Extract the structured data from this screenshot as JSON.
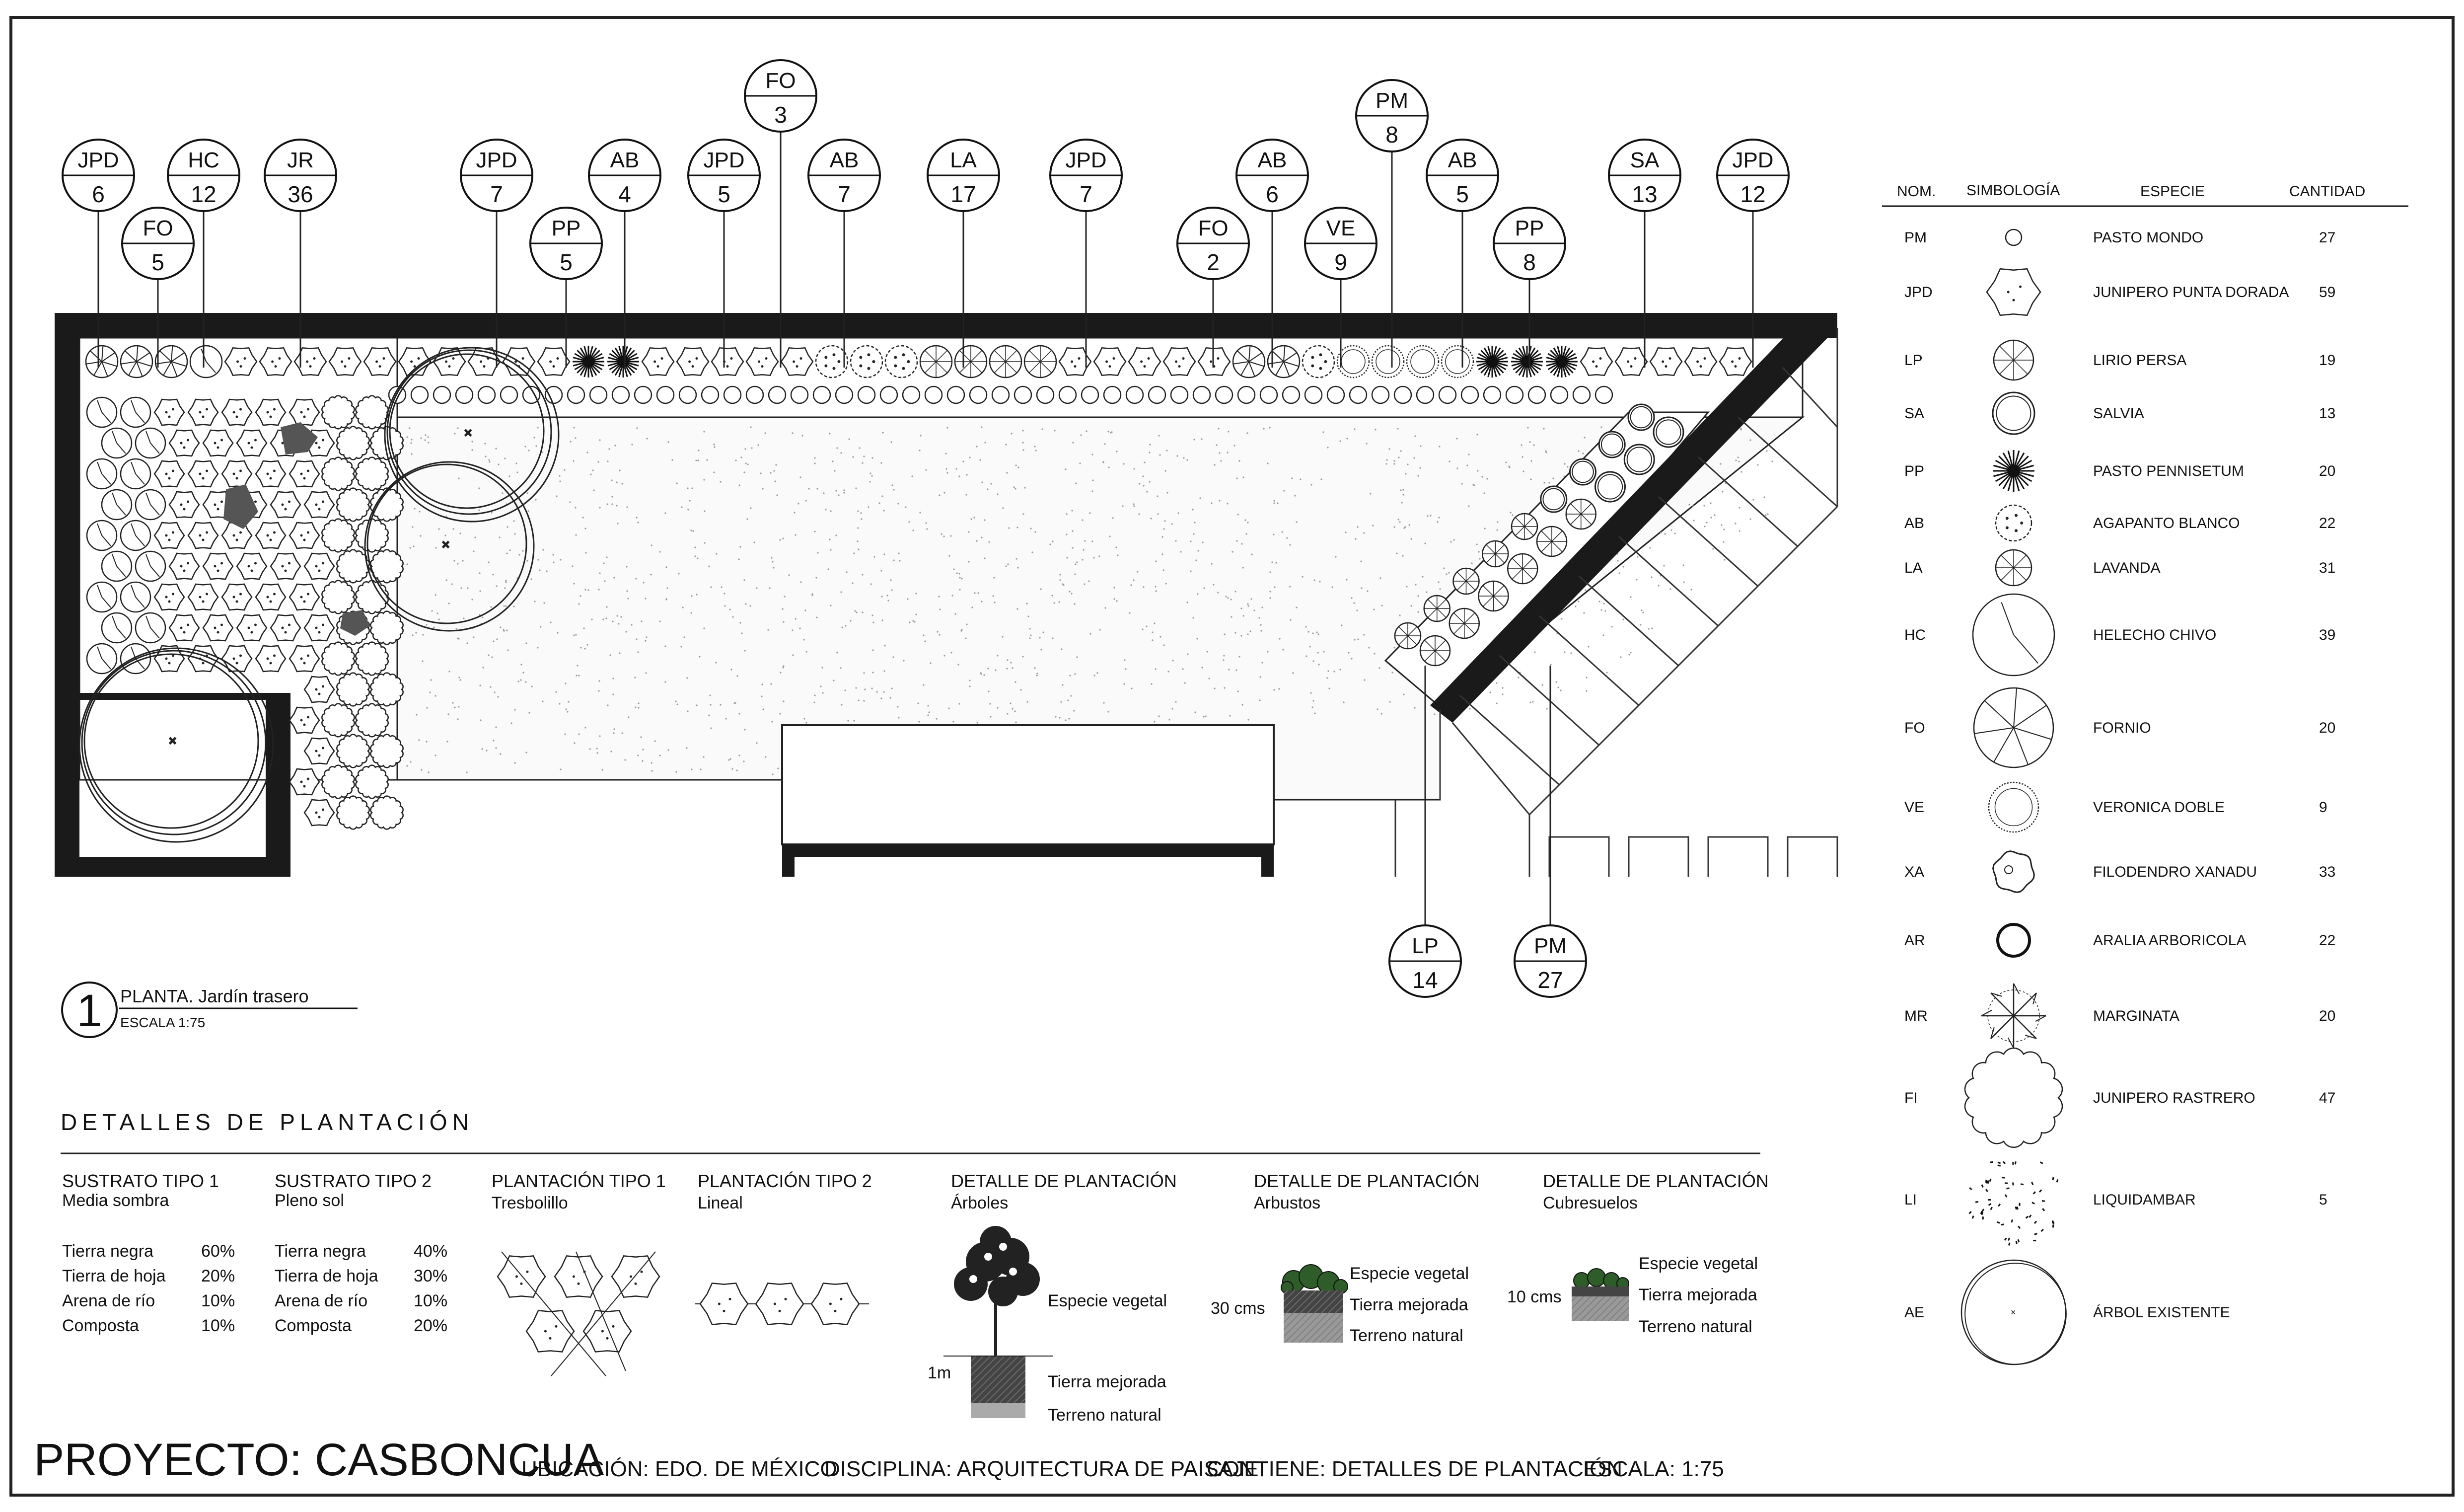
{
  "tags": [
    {
      "code": "JPD",
      "qty": "6"
    },
    {
      "code": "FO",
      "qty": "5"
    },
    {
      "code": "HC",
      "qty": "12"
    },
    {
      "code": "JR",
      "qty": "36"
    },
    {
      "code": "JPD",
      "qty": "7"
    },
    {
      "code": "PP",
      "qty": "5"
    },
    {
      "code": "AB",
      "qty": "4"
    },
    {
      "code": "JPD",
      "qty": "5"
    },
    {
      "code": "FO",
      "qty": "3"
    },
    {
      "code": "AB",
      "qty": "7"
    },
    {
      "code": "LA",
      "qty": "17"
    },
    {
      "code": "JPD",
      "qty": "7"
    },
    {
      "code": "FO",
      "qty": "2"
    },
    {
      "code": "AB",
      "qty": "6"
    },
    {
      "code": "VE",
      "qty": "9"
    },
    {
      "code": "PM",
      "qty": "8"
    },
    {
      "code": "AB",
      "qty": "5"
    },
    {
      "code": "PP",
      "qty": "8"
    },
    {
      "code": "SA",
      "qty": "13"
    },
    {
      "code": "JPD",
      "qty": "12"
    },
    {
      "code": "LP",
      "qty": "14"
    },
    {
      "code": "PM",
      "qty": "27"
    }
  ],
  "plan": {
    "number": "1",
    "title": "PLANTA. Jardín trasero",
    "scale": "ESCALA 1:75"
  },
  "legend": {
    "headers": [
      "NOM.",
      "SIMBOLOGÍA",
      "ESPECIE",
      "CANTIDAD"
    ],
    "rows": [
      {
        "nom": "PM",
        "icon": "small-circle-icon",
        "species": "PASTO MONDO",
        "qty": "27"
      },
      {
        "nom": "JPD",
        "icon": "bushy-shrub-icon",
        "species": "JUNIPERO PUNTA DORADA",
        "qty": "59"
      },
      {
        "nom": "LP",
        "icon": "spoked-circle-icon",
        "species": "LIRIO PERSA",
        "qty": "19"
      },
      {
        "nom": "SA",
        "icon": "double-circle-icon",
        "species": "SALVIA",
        "qty": "13"
      },
      {
        "nom": "PP",
        "icon": "starburst-icon",
        "species": "PASTO PENNISETUM",
        "qty": "20"
      },
      {
        "nom": "AB",
        "icon": "dotted-circle-icon",
        "species": "AGAPANTO BLANCO",
        "qty": "22"
      },
      {
        "nom": "LA",
        "icon": "spoked-circle-icon",
        "species": "LAVANDA",
        "qty": "31"
      },
      {
        "nom": "HC",
        "icon": "fern-circle-icon",
        "species": "HELECHO CHIVO",
        "qty": "39"
      },
      {
        "nom": "FO",
        "icon": "radial-tree-icon",
        "species": "FORNIO",
        "qty": "20"
      },
      {
        "nom": "VE",
        "icon": "scalloped-circle-icon",
        "species": "VERONICA DOBLE",
        "qty": "9"
      },
      {
        "nom": "XA",
        "icon": "wavy-circle-icon",
        "species": "FILODENDRO XANADU",
        "qty": "33"
      },
      {
        "nom": "AR",
        "icon": "bold-circle-icon",
        "species": "ARALIA ARBORICOLA",
        "qty": "22"
      },
      {
        "nom": "MR",
        "icon": "star-asterisk-icon",
        "species": "MARGINATA",
        "qty": "20"
      },
      {
        "nom": "FI",
        "icon": "cloud-outline-icon",
        "species": "JUNIPERO RASTRERO",
        "qty": "47"
      },
      {
        "nom": "LI",
        "icon": "dotted-canopy-icon",
        "species": "LIQUIDAMBAR",
        "qty": "5"
      },
      {
        "nom": "AE",
        "icon": "existing-tree-icon",
        "species": "ÁRBOL EXISTENTE",
        "qty": ""
      }
    ]
  },
  "details": {
    "heading": "DETALLES DE PLANTACIÓN",
    "sustrato1": {
      "title": "SUSTRATO TIPO 1",
      "subtitle": "Media sombra",
      "rows": [
        {
          "name": "Tierra negra",
          "pct": "60%"
        },
        {
          "name": "Tierra de hoja",
          "pct": "20%"
        },
        {
          "name": "Arena de río",
          "pct": "10%"
        },
        {
          "name": "Composta",
          "pct": "10%"
        }
      ]
    },
    "sustrato2": {
      "title": "SUSTRATO TIPO 2",
      "subtitle": "Pleno sol",
      "rows": [
        {
          "name": "Tierra negra",
          "pct": "40%"
        },
        {
          "name": "Tierra de hoja",
          "pct": "30%"
        },
        {
          "name": "Arena de río",
          "pct": "10%"
        },
        {
          "name": "Composta",
          "pct": "20%"
        }
      ]
    },
    "plantacion1": {
      "title": "PLANTACIÓN TIPO 1",
      "subtitle": "Tresbolillo"
    },
    "plantacion2": {
      "title": "PLANTACIÓN TIPO 2",
      "subtitle": "Lineal"
    },
    "arboles": {
      "title": "DETALLE DE PLANTACIÓN",
      "subtitle": "Árboles",
      "labels": [
        "Especie vegetal",
        "Tierra mejorada",
        "Terreno natural"
      ],
      "depth": "1m"
    },
    "arbustos": {
      "title": "DETALLE DE PLANTACIÓN",
      "subtitle": "Arbustos",
      "labels": [
        "Especie vegetal",
        "Tierra mejorada",
        "Terreno natural"
      ],
      "depth": "30 cms"
    },
    "cubresuelos": {
      "title": "DETALLE DE PLANTACIÓN",
      "subtitle": "Cubresuelos",
      "labels": [
        "Especie vegetal",
        "Tierra mejorada",
        "Terreno natural"
      ],
      "depth": "10 cms"
    }
  },
  "titleblock": {
    "project": "PROYECTO: CASBONCUA",
    "location": "UBICACIÓN: EDO. DE MÉXICO",
    "discipline": "DISCIPLINA: ARQUITECTURA DE PAISAJE",
    "contents": "CONTIENE: DETALLES DE PLANTACIÓN",
    "scale": "ESCALA: 1:75"
  }
}
